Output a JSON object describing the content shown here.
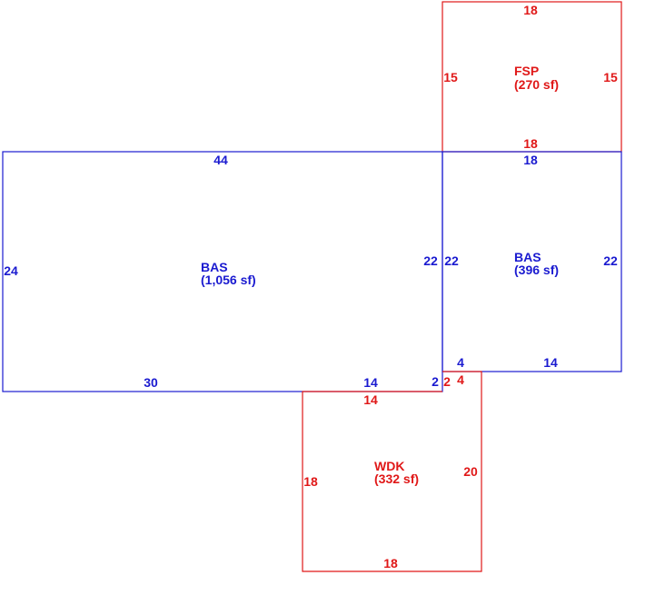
{
  "colors": {
    "blue": "#1a1ad0",
    "red": "#e01818"
  },
  "areas": {
    "fsp": {
      "code": "FSP",
      "area": "(270 sf)",
      "top": "18",
      "left": "15",
      "right": "15",
      "bottom": "18"
    },
    "bas_main": {
      "code": "BAS",
      "area": "(1,056 sf)",
      "top": "44",
      "left": "24",
      "right": "22",
      "bottom_left": "30",
      "bottom_right": "14",
      "step": "2"
    },
    "bas_small": {
      "code": "BAS",
      "area": "(396 sf)",
      "top": "18",
      "left": "22",
      "right": "22",
      "bottom_step": "4",
      "bottom": "14"
    },
    "wdk": {
      "code": "WDK",
      "area": "(332 sf)",
      "top": "14",
      "left": "18",
      "right": "20",
      "bottom": "18",
      "step_vertical": "2",
      "step_horizontal": "4"
    }
  }
}
